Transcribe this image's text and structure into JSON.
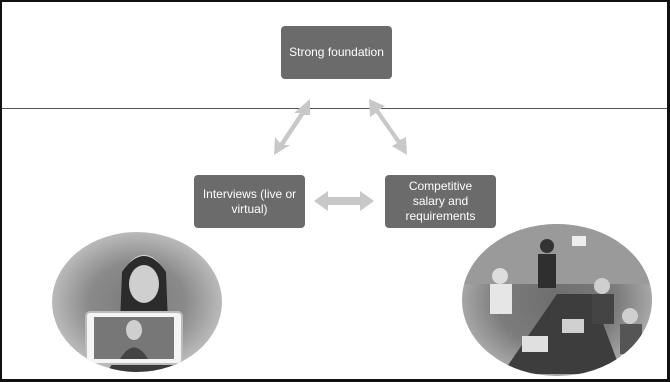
{
  "diagram": {
    "nodes": {
      "top": "Strong foundation",
      "left": "Interviews (live or virtual)",
      "right": "Competitive salary and requirements"
    }
  },
  "colors": {
    "node_fill": "#6b6b6b",
    "node_text": "#ffffff",
    "arrow_fill": "#c8c8c8",
    "divider": "#555555"
  },
  "images": [
    {
      "name": "video-call-photo",
      "description_icon": "person-video-call-icon"
    },
    {
      "name": "meeting-room-photo",
      "description_icon": "group-meeting-icon"
    }
  ]
}
